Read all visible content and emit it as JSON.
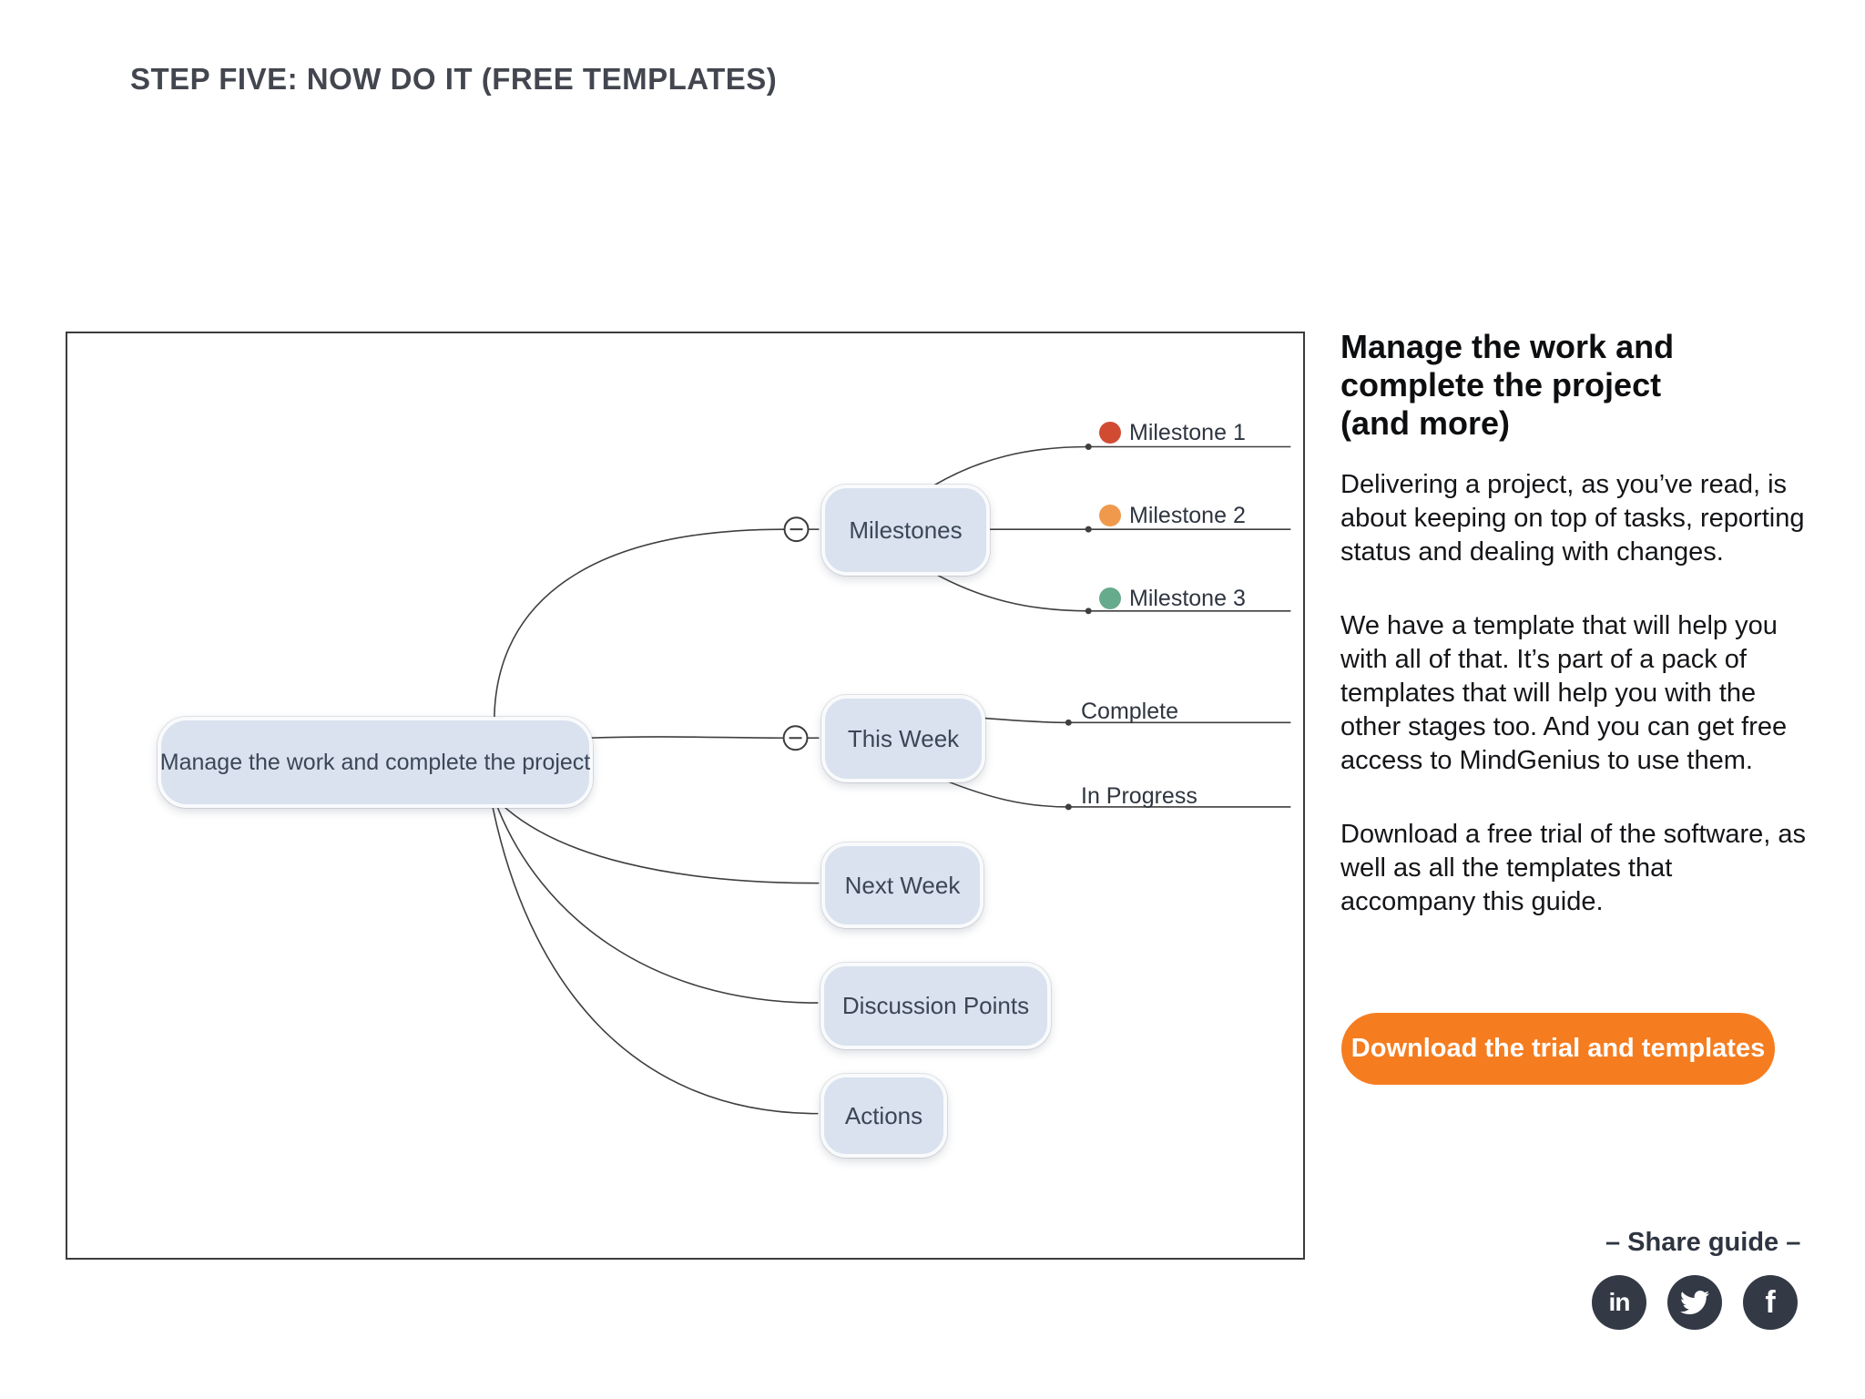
{
  "page": {
    "title": "STEP FIVE: NOW DO IT (FREE TEMPLATES)"
  },
  "mindmap": {
    "root": "Manage the work and complete the project",
    "branches": [
      {
        "label": "Milestones",
        "toggle": "collapsed-minus",
        "children": [
          {
            "label": "Milestone 1",
            "dot_color": "#d14b33"
          },
          {
            "label": "Milestone 2",
            "dot_color": "#f0994c"
          },
          {
            "label": "Milestone 3",
            "dot_color": "#67ab8d"
          }
        ]
      },
      {
        "label": "This Week",
        "toggle": "collapsed-minus",
        "children": [
          {
            "label": "Complete"
          },
          {
            "label": "In Progress"
          }
        ]
      },
      {
        "label": "Next Week"
      },
      {
        "label": "Discussion Points"
      },
      {
        "label": "Actions"
      }
    ]
  },
  "aside": {
    "heading_lines": [
      "Manage the work and",
      "complete the project",
      "(and more)"
    ],
    "paragraphs": [
      "Delivering a project, as you’ve read, is about keeping on top of tasks, reporting status and dealing with changes.",
      "We have a template that will help you with all of that. It’s part of a pack of templates that will help you with the other stages too. And you can get free access to MindGenius to use them.",
      "Download a free trial of the software, as well as all the templates that accompany this guide."
    ],
    "cta_label": "Download the trial and templates",
    "share_label": "– Share guide –",
    "social": [
      "linkedin",
      "twitter",
      "facebook"
    ]
  },
  "colors": {
    "accent_orange": "#f57d20",
    "node_fill": "#d9e2ee",
    "node_text": "#3b4657",
    "wire": "#3f3f3f",
    "frame_border": "#3c3c3c",
    "social_bg": "#333a46",
    "milestone_red": "#d14b33",
    "milestone_orange": "#f0994c",
    "milestone_green": "#67ab8d"
  }
}
